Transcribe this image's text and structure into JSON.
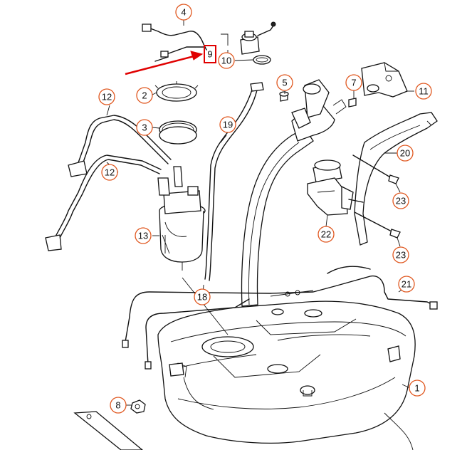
{
  "diagram": {
    "callouts": [
      {
        "id": "c1",
        "label": "1"
      },
      {
        "id": "c2",
        "label": "2"
      },
      {
        "id": "c3",
        "label": "3"
      },
      {
        "id": "c4",
        "label": "4"
      },
      {
        "id": "c5",
        "label": "5"
      },
      {
        "id": "c7",
        "label": "7"
      },
      {
        "id": "c8",
        "label": "8"
      },
      {
        "id": "c9",
        "label": "9"
      },
      {
        "id": "c10",
        "label": "10"
      },
      {
        "id": "c11",
        "label": "11"
      },
      {
        "id": "c12a",
        "label": "12"
      },
      {
        "id": "c12b",
        "label": "12"
      },
      {
        "id": "c13",
        "label": "13"
      },
      {
        "id": "c18",
        "label": "18"
      },
      {
        "id": "c19",
        "label": "19"
      },
      {
        "id": "c20",
        "label": "20"
      },
      {
        "id": "c21",
        "label": "21"
      },
      {
        "id": "c22",
        "label": "22"
      },
      {
        "id": "c23a",
        "label": "23"
      },
      {
        "id": "c23b",
        "label": "23"
      }
    ],
    "colors": {
      "callout_ring": "#e0571f",
      "highlight": "#e00000",
      "ink": "#111111"
    }
  }
}
